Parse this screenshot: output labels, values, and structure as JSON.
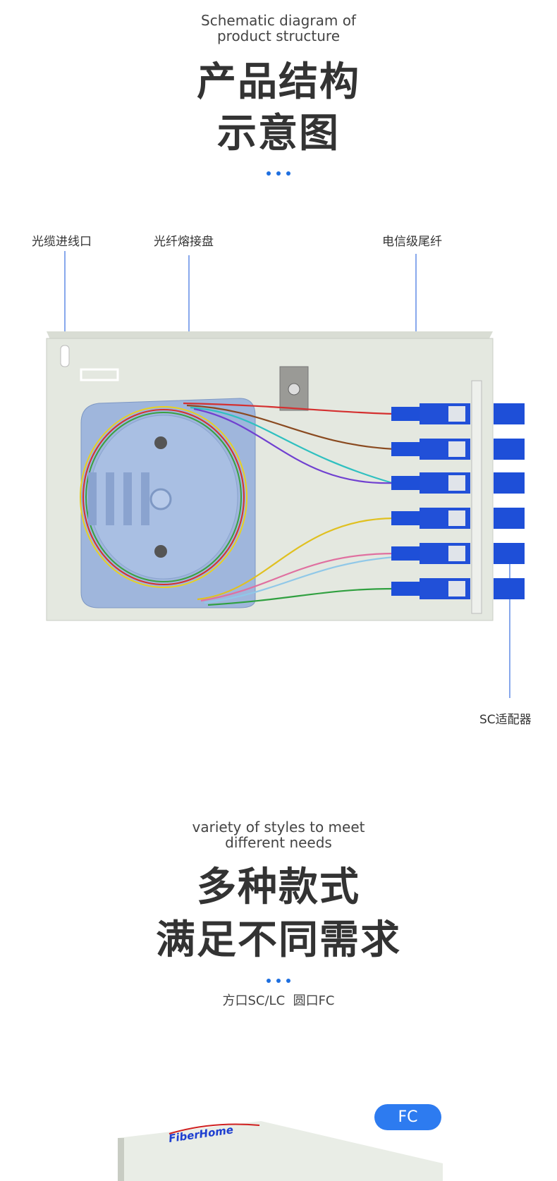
{
  "section1": {
    "subtitle_en_line1": "Schematic diagram of",
    "subtitle_en_line2": "product structure",
    "title_line1": "产品结构",
    "title_line2": "示意图",
    "labels": {
      "cable_inlet": "光缆进线口",
      "splice_tray": "光纤熔接盘",
      "pigtail": "电信级尾纤",
      "adapter": "SC适配器"
    }
  },
  "section2": {
    "subtitle_en_line1": "variety of styles to meet",
    "subtitle_en_line2": "different needs",
    "title_line1": "多种款式",
    "title_line2": "满足不同需求",
    "description": "方口SC/LC  圆口FC",
    "badge": "FC",
    "brand_logo": "FiberHome"
  },
  "colors": {
    "accent": "#2d7bf0",
    "adapter_blue": "#1e4fd8",
    "panel": "#e6e9e2"
  }
}
